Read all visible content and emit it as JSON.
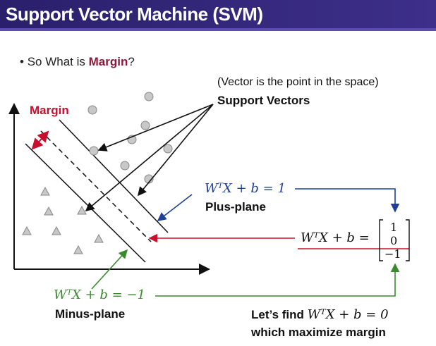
{
  "title": "Support Vector Machine (SVM)",
  "bullet": {
    "marker": "•",
    "prefix": "So What is ",
    "highlight": "Margin",
    "suffix": "?"
  },
  "labels": {
    "vector_note": "(Vector is the point in the space)",
    "support_vectors": "Support Vectors",
    "margin": "Margin",
    "plus_plane_eq": "WᵀX + b = 1",
    "plus_plane": "Plus-plane",
    "minus_plane_eq": "WᵀX + b = −1",
    "minus_plane": "Minus-plane",
    "decision_eq": "WᵀX + b =",
    "vector_top": "1",
    "vector_mid": "0",
    "vector_bot": "−1",
    "find_prefix": "Let’s find ",
    "find_eq": "WᵀX + b = 0",
    "find_suffix": "which maximize margin"
  },
  "colors": {
    "title_bg": "#2f2478",
    "margin_red": "#c8102e",
    "plus_blue": "#1f3f99",
    "minus_green": "#3a8a2e",
    "circle_fill": "#c8c8c8",
    "triangle_fill": "#c8c8c8"
  }
}
